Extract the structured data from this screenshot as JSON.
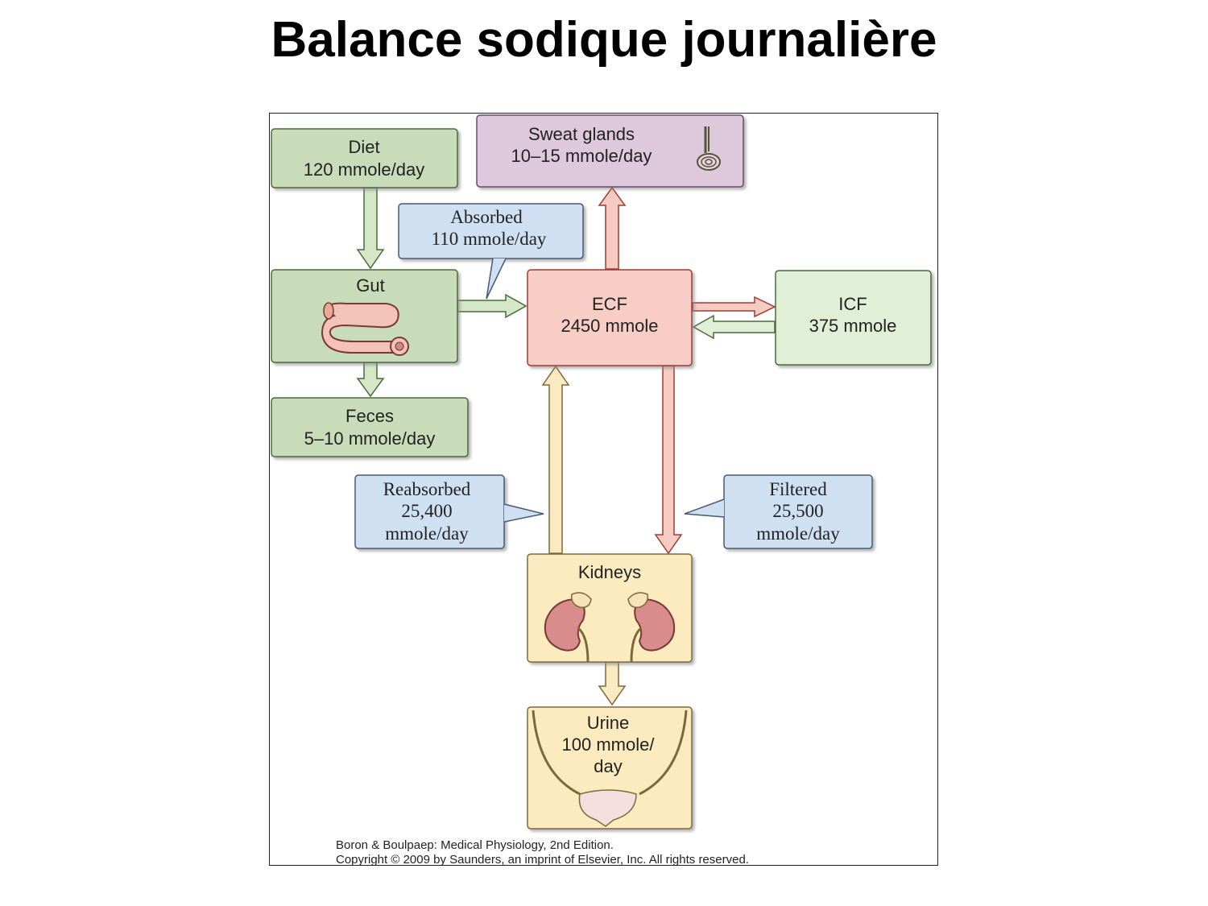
{
  "title": "Balance sodique journalière",
  "nodes": {
    "diet": {
      "name": "Diet",
      "value": "120 mmole/day"
    },
    "sweat": {
      "name": "Sweat glands",
      "value": "10–15 mmole/day"
    },
    "gut": {
      "name": "Gut"
    },
    "ecf": {
      "name": "ECF",
      "value": "2450 mmole"
    },
    "icf": {
      "name": "ICF",
      "value": "375 mmole"
    },
    "feces": {
      "name": "Feces",
      "value": "5–10 mmole/day"
    },
    "kidneys": {
      "name": "Kidneys"
    },
    "urine": {
      "name": "Urine",
      "line1": "100 mmole/",
      "line2": "day"
    }
  },
  "callouts": {
    "absorbed": {
      "name": "Absorbed",
      "value": "110 mmole/day"
    },
    "reabsorbed": {
      "name": "Reabsorbed",
      "value": "25,400",
      "unit": "mmole/day"
    },
    "filtered": {
      "name": "Filtered",
      "value": "25,500",
      "unit": "mmole/day"
    }
  },
  "credit": {
    "line1": "Boron & Boulpaep: Medical Physiology, 2nd Edition.",
    "line2": "Copyright © 2009 by Saunders, an imprint of Elsevier, Inc. All rights reserved."
  },
  "colors": {
    "green_fill": "#c9dcb9",
    "light_green_fill": "#e1efd6",
    "pink_fill": "#f8cdc5",
    "purple_fill": "#ddc8dc",
    "yellow_fill": "#fdebc0",
    "blue_fill": "#cfe0f3",
    "green_arrow": "#d5e7c7",
    "pink_arrow": "#f6cbc2",
    "yellow_arrow": "#fbe9c2"
  }
}
